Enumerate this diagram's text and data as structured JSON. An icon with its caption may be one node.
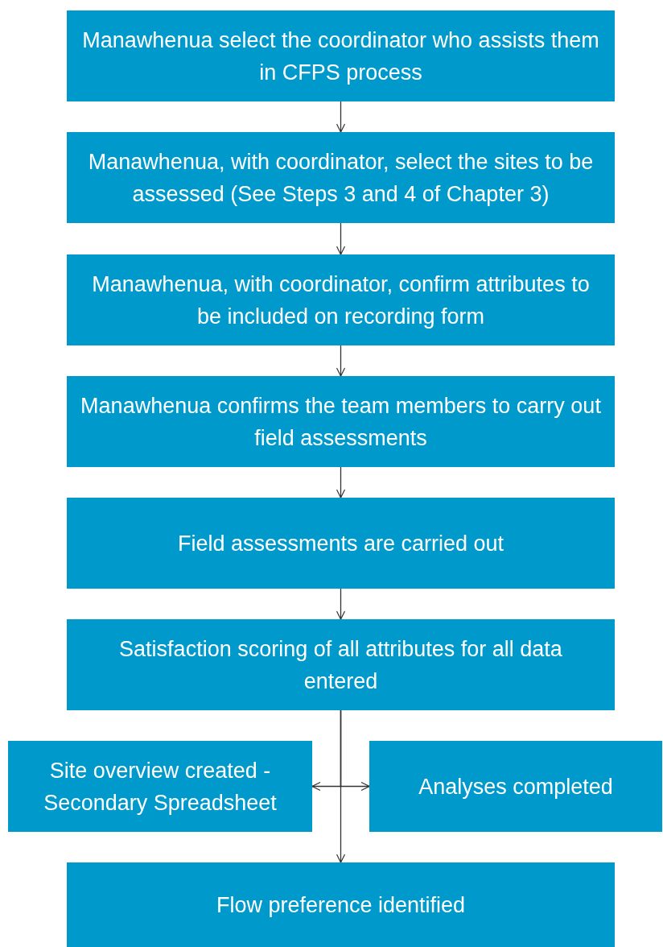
{
  "diagram": {
    "nodes": [
      {
        "text": [
          "Manawhenua select the coordinator who assists them in CFPS process"
        ]
      },
      {
        "text": [
          "Manawhenua, with coordinator, select the sites to be assessed (See Steps 3 and 4 of Chapter 3)"
        ]
      },
      {
        "text": [
          "Manawhenua, with coordinator, confirm attributes to be included on recording form"
        ]
      },
      {
        "text": [
          "Manawhenua confirms the team members to carry out field assessments"
        ]
      },
      {
        "text": [
          "Field assessments are carried out"
        ]
      },
      {
        "text": [
          "Satisfaction scoring of all attributes for all data entered"
        ]
      },
      {
        "text": [
          "Site overview created - Secondary Spreadsheet"
        ]
      },
      {
        "text": [
          "Analyses completed"
        ]
      },
      {
        "text": [
          "Flow preference identified"
        ]
      }
    ],
    "edges": [
      {
        "from": 0,
        "to": 1,
        "arrow": "to"
      },
      {
        "from": 1,
        "to": 2,
        "arrow": "to"
      },
      {
        "from": 2,
        "to": 3,
        "arrow": "to"
      },
      {
        "from": 3,
        "to": 4,
        "arrow": "to"
      },
      {
        "from": 4,
        "to": 5,
        "arrow": "to"
      },
      {
        "from": 5,
        "to": 6,
        "arrow": "to"
      },
      {
        "from": 5,
        "to": 7,
        "arrow": "to"
      },
      {
        "from": 5,
        "to": 8,
        "arrow": "to"
      }
    ]
  }
}
